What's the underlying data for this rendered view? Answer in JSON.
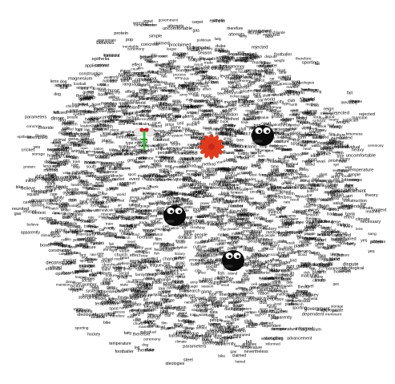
{
  "game": {
    "words_outer": [
      "chloride",
      "temperature",
      "protein",
      "magnesium",
      "lens",
      "dinner",
      "fatty",
      "boxing",
      "carpet",
      "sugar",
      "golf",
      "gas",
      "hot",
      "ice",
      "storage",
      "hardware",
      "square",
      "concrete",
      "steel",
      "weight",
      "climate",
      "components",
      "input",
      "parameters",
      "applications",
      "hockey",
      "cricket",
      "functions",
      "simple",
      "football",
      "footballer",
      "boxer",
      "boxers",
      "uncomfortable",
      "athletes",
      "politician",
      "pop",
      "duke",
      "racing",
      "epithelia",
      "appropriate",
      "context",
      "individual",
      "particular",
      "necessary",
      "rural",
      "therefore",
      "construction",
      "ideological",
      "ideologies",
      "specifically",
      "deconstructed",
      "masses",
      "inevitably",
      "theory",
      "government",
      "laws",
      "bitterness",
      "hatred",
      "proclaimed",
      "king",
      "reunited",
      "reign",
      "ceremony",
      "advancement",
      "reached",
      "attempted",
      "alleged",
      "yes",
      "claimed",
      "fall",
      "refused",
      "felt",
      "rejected",
      "informed",
      "inevitably",
      "worrying",
      "dependent",
      "entertaining",
      "nevertheless",
      "however",
      "believe",
      "believes",
      "strengthen",
      "attempts",
      "considered",
      "apparently",
      "supposedly",
      "heavy",
      "dispute",
      "bike",
      "fairly",
      "sporting",
      "dog",
      "opinion",
      "political",
      "imminent",
      "mansion",
      "sang"
    ],
    "words_inner": [
      "social",
      "people",
      "state",
      "water",
      "energy",
      "system",
      "power",
      "light",
      "music",
      "world",
      "family",
      "school",
      "team",
      "game",
      "player",
      "season",
      "league",
      "match",
      "club",
      "sport",
      "history",
      "church",
      "war",
      "army",
      "film",
      "book",
      "city",
      "river",
      "island",
      "north",
      "south",
      "east",
      "west",
      "data",
      "model",
      "process",
      "method",
      "cell",
      "gene",
      "blood",
      "heart",
      "brain",
      "food",
      "plant",
      "tree",
      "animal",
      "bird",
      "fish",
      "market",
      "price",
      "money",
      "bank",
      "trade",
      "law",
      "court",
      "party",
      "vote",
      "leader",
      "nation",
      "culture",
      "language",
      "art",
      "theory",
      "science",
      "study",
      "research",
      "value",
      "number",
      "result",
      "effect",
      "change",
      "growth",
      "level",
      "rate",
      "form",
      "type",
      "group",
      "role",
      "event",
      "year",
      "time",
      "place",
      "house",
      "road",
      "car",
      "train",
      "ship"
    ],
    "sprites": {
      "flower": "red-flower-icon",
      "insect": "green-insect-icon",
      "blob": "black-blob-icon"
    },
    "colors": {
      "flower": "#e03a1e",
      "flower_center": "#c4291a",
      "insect": "#2fbf2f",
      "insect_eyes": "#d42020",
      "blob": "#0b0b0b"
    }
  }
}
